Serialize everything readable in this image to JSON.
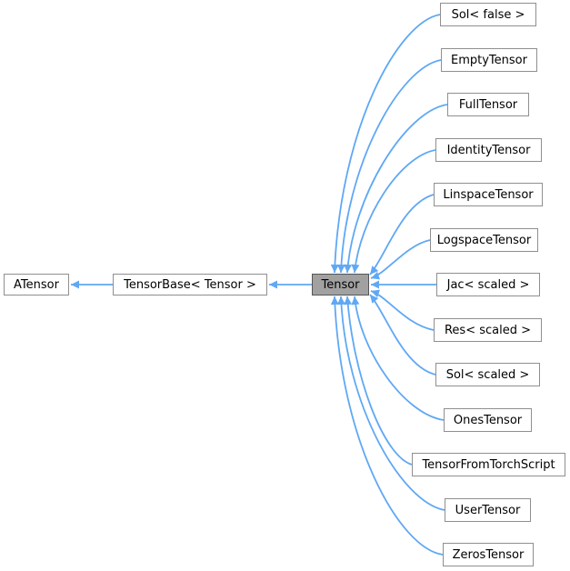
{
  "diagram": {
    "type": "class-inheritance-graph",
    "base_chain": [
      {
        "label": "ATensor"
      },
      {
        "label": "TensorBase< Tensor >"
      },
      {
        "label": "Tensor",
        "highlighted": true
      }
    ],
    "derived": [
      {
        "label": "Sol< false >"
      },
      {
        "label": "EmptyTensor"
      },
      {
        "label": "FullTensor"
      },
      {
        "label": "IdentityTensor"
      },
      {
        "label": "LinspaceTensor"
      },
      {
        "label": "LogspaceTensor"
      },
      {
        "label": "Jac< scaled >"
      },
      {
        "label": "Res< scaled >"
      },
      {
        "label": "Sol< scaled >"
      },
      {
        "label": "OnesTensor"
      },
      {
        "label": "TensorFromTorchScript"
      },
      {
        "label": "UserTensor"
      },
      {
        "label": "ZerosTensor"
      }
    ],
    "colors": {
      "edge": "#5fa8f5",
      "node_border": "#8f8f8f",
      "node_fill": "#ffffff",
      "highlight_fill": "#a1a1a1",
      "highlight_border": "#555555",
      "text": "#000000",
      "background": "#ffffff"
    }
  }
}
